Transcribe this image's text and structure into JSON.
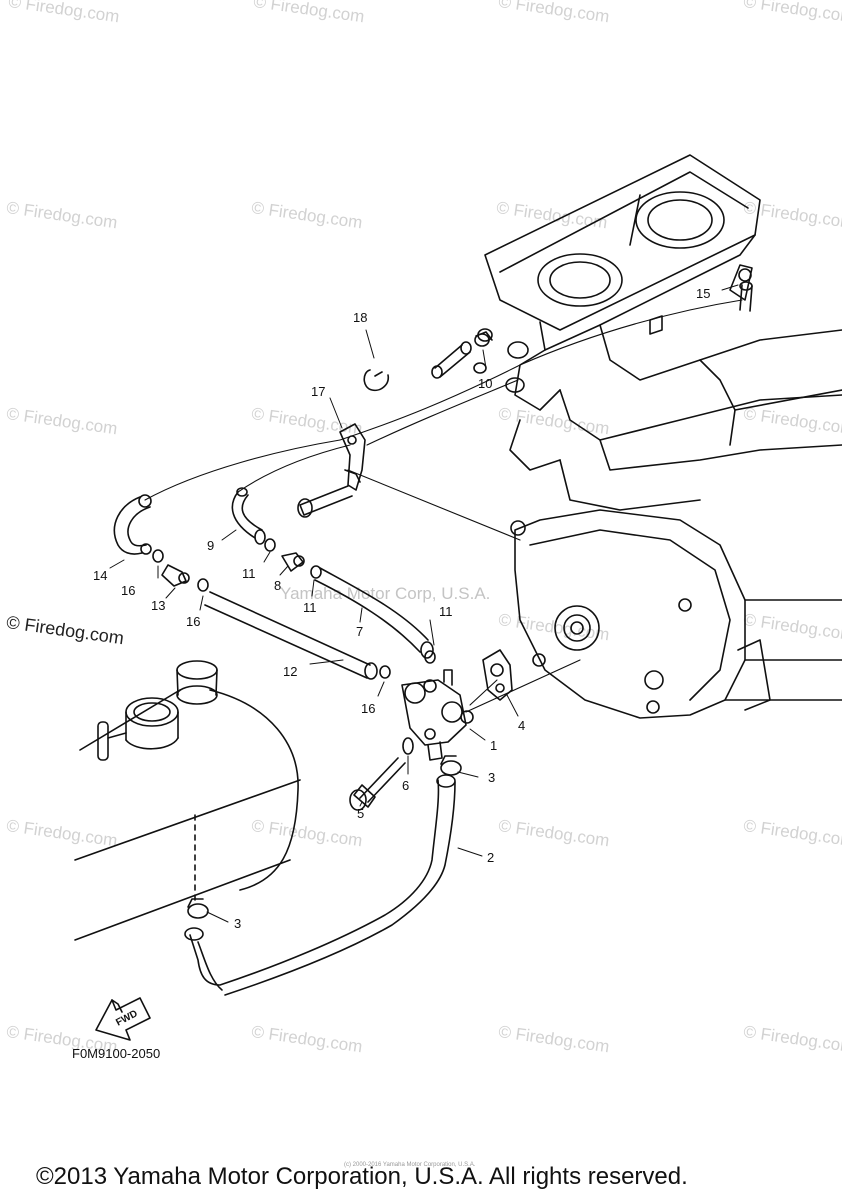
{
  "watermark": "© Firedog.com",
  "center_watermark": "Yamaha Motor Corp, U.S.A.",
  "part_number": "F0M9100-2050",
  "fwd_label": "FWD",
  "fine_print": "(c) 2000-2016 Yamaha Motor Corporation, U.S.A.",
  "copyright": "©2013 Yamaha Motor Corporation, U.S.A. All rights reserved.",
  "callouts": [
    "1",
    "2",
    "3",
    "3",
    "4",
    "5",
    "6",
    "7",
    "8",
    "9",
    "10",
    "11",
    "11",
    "11",
    "12",
    "13",
    "14",
    "15",
    "16",
    "16",
    "16",
    "17",
    "18"
  ]
}
